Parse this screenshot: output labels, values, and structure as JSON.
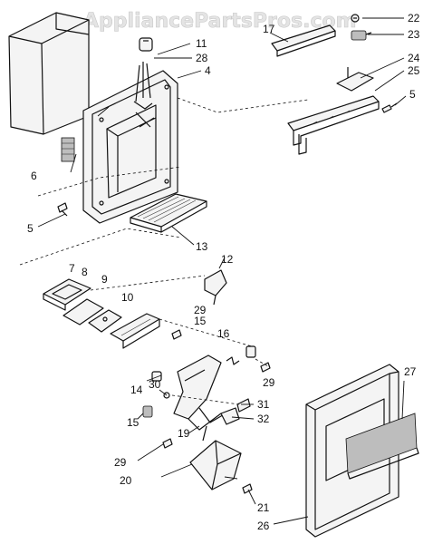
{
  "watermark": "AppliancePartsPros.com",
  "callouts": [
    "22",
    "23",
    "11",
    "17",
    "28",
    "4",
    "24",
    "25",
    "5",
    "6",
    "5",
    "13",
    "12",
    "7",
    "8",
    "9",
    "10",
    "29",
    "15",
    "16",
    "29",
    "14",
    "30",
    "31",
    "32",
    "19",
    "15",
    "29",
    "20",
    "21",
    "26",
    "27"
  ]
}
